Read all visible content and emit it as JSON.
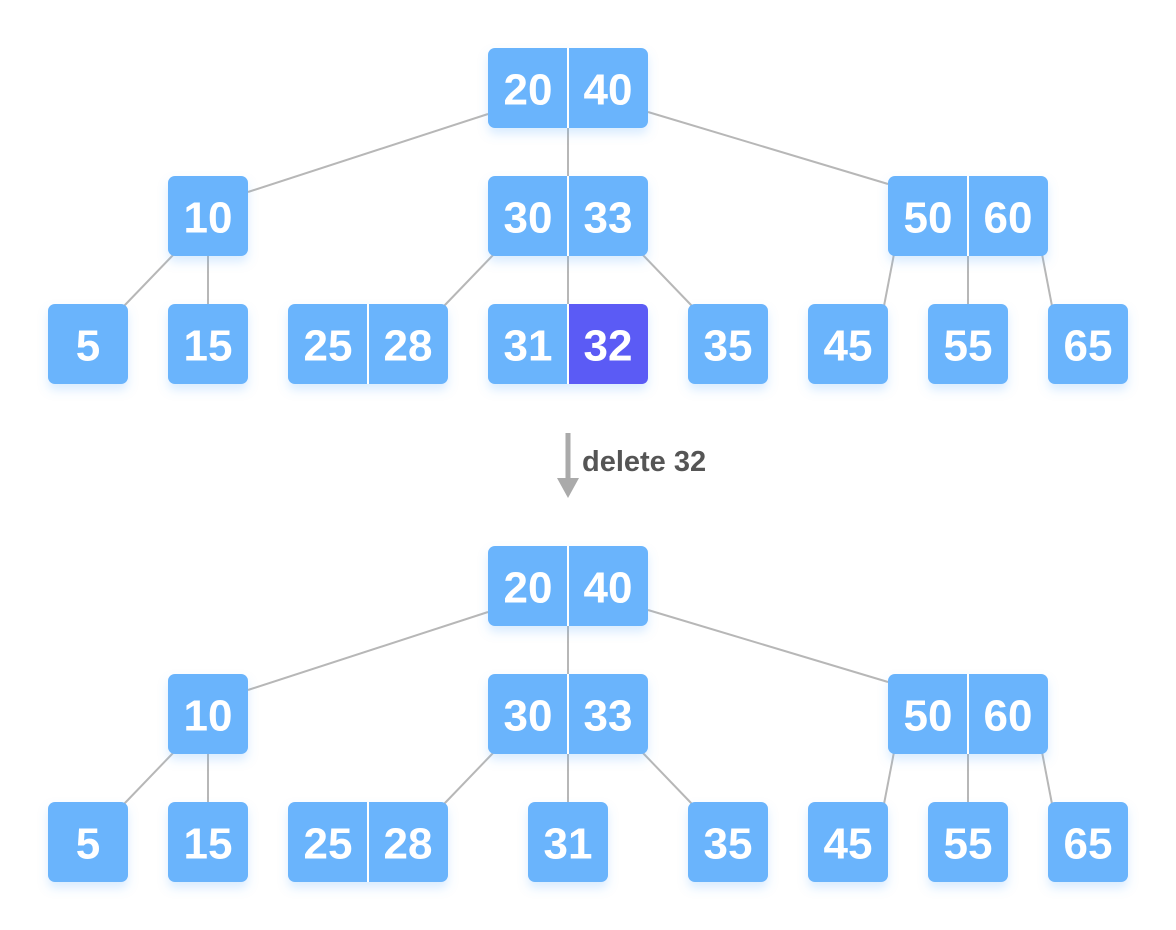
{
  "colors": {
    "node": "#6ab4fc",
    "highlight": "#5b5bf5",
    "edge": "#b7b7b7",
    "node_text": "#ffffff",
    "label_text": "#555555"
  },
  "operation": {
    "label": "delete 32"
  },
  "trees": [
    {
      "id": "before",
      "nodes": [
        {
          "id": "root",
          "keys": [
            "20",
            "40"
          ]
        },
        {
          "id": "n10",
          "keys": [
            "10"
          ]
        },
        {
          "id": "n30-33",
          "keys": [
            "30",
            "33"
          ]
        },
        {
          "id": "n50-60",
          "keys": [
            "50",
            "60"
          ]
        },
        {
          "id": "n5",
          "keys": [
            "5"
          ]
        },
        {
          "id": "n15",
          "keys": [
            "15"
          ]
        },
        {
          "id": "n25-28",
          "keys": [
            "25",
            "28"
          ]
        },
        {
          "id": "n31-32",
          "keys": [
            "31",
            "32"
          ],
          "highlight_key": 1
        },
        {
          "id": "n35",
          "keys": [
            "35"
          ]
        },
        {
          "id": "n45",
          "keys": [
            "45"
          ]
        },
        {
          "id": "n55",
          "keys": [
            "55"
          ]
        },
        {
          "id": "n65",
          "keys": [
            "65"
          ]
        }
      ],
      "edges": [
        [
          "root",
          "n10"
        ],
        [
          "root",
          "n30-33"
        ],
        [
          "root",
          "n50-60"
        ],
        [
          "n10",
          "n5"
        ],
        [
          "n10",
          "n15"
        ],
        [
          "n30-33",
          "n25-28"
        ],
        [
          "n30-33",
          "n31-32"
        ],
        [
          "n30-33",
          "n35"
        ],
        [
          "n50-60",
          "n45"
        ],
        [
          "n50-60",
          "n55"
        ],
        [
          "n50-60",
          "n65"
        ]
      ]
    },
    {
      "id": "after",
      "nodes": [
        {
          "id": "root",
          "keys": [
            "20",
            "40"
          ]
        },
        {
          "id": "n10",
          "keys": [
            "10"
          ]
        },
        {
          "id": "n30-33",
          "keys": [
            "30",
            "33"
          ]
        },
        {
          "id": "n50-60",
          "keys": [
            "50",
            "60"
          ]
        },
        {
          "id": "n5",
          "keys": [
            "5"
          ]
        },
        {
          "id": "n15",
          "keys": [
            "15"
          ]
        },
        {
          "id": "n25-28",
          "keys": [
            "25",
            "28"
          ]
        },
        {
          "id": "n31",
          "keys": [
            "31"
          ]
        },
        {
          "id": "n35",
          "keys": [
            "35"
          ]
        },
        {
          "id": "n45",
          "keys": [
            "45"
          ]
        },
        {
          "id": "n55",
          "keys": [
            "55"
          ]
        },
        {
          "id": "n65",
          "keys": [
            "65"
          ]
        }
      ],
      "edges": [
        [
          "root",
          "n10"
        ],
        [
          "root",
          "n30-33"
        ],
        [
          "root",
          "n50-60"
        ],
        [
          "n10",
          "n5"
        ],
        [
          "n10",
          "n15"
        ],
        [
          "n30-33",
          "n25-28"
        ],
        [
          "n30-33",
          "n31"
        ],
        [
          "n30-33",
          "n35"
        ],
        [
          "n50-60",
          "n45"
        ],
        [
          "n50-60",
          "n55"
        ],
        [
          "n50-60",
          "n65"
        ]
      ]
    }
  ]
}
